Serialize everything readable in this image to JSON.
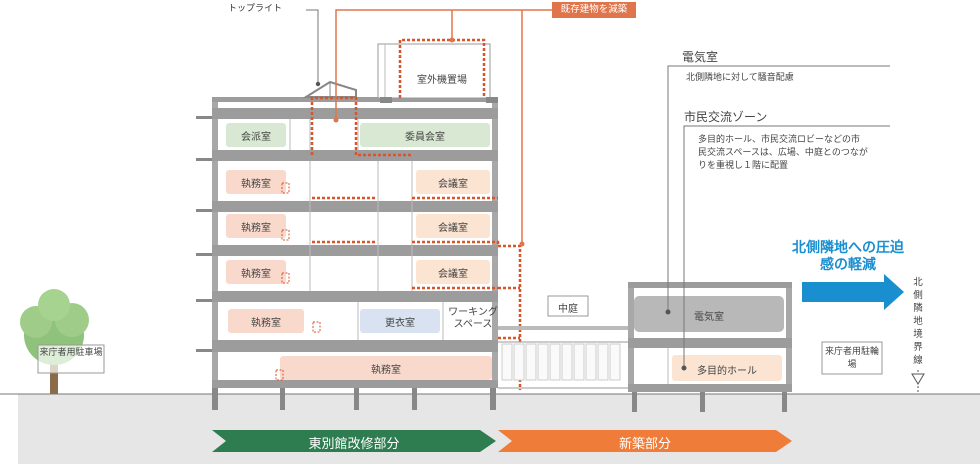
{
  "labels": {
    "toplight": "トップライト",
    "demolish": "既存建物を減築",
    "outdoor_unit": "室外機置場",
    "electric_title": "電気室",
    "electric_desc": "北側隣地に対して騒音配慮",
    "civic_title": "市民交流ゾーン",
    "civic_desc": "多目的ホール、市民交流ロビーなどの市民交流スペースは、広場、中庭とのつながりを重視し１階に配置",
    "north_pressure": "北側隣地への圧迫感の軽減",
    "north_boundary": "北側隣地境界線",
    "visitor_parking": "来庁者用駐車場",
    "visitor_bike": "来庁者用駐輪場",
    "courtyard": "中庭"
  },
  "rooms": {
    "kaiha": "会派室",
    "committee": "委員会室",
    "office5": "執務室",
    "meeting5": "会議室",
    "office4": "執務室",
    "meeting4": "会議室",
    "office3": "執務室",
    "meeting3": "会議室",
    "office2": "執務室",
    "locker": "更衣室",
    "working": "ワーキングスペース",
    "office1": "執務室",
    "electric": "電気室",
    "hall": "多目的ホール"
  },
  "bottom": {
    "renovation": "東別館改修部分",
    "new_build": "新築部分"
  },
  "colors": {
    "accent": "#e0754b",
    "dotted": "#d9532b",
    "office": "#f9d9cb",
    "meeting": "#fbe4d2",
    "green_room": "#d8e8d3",
    "locker": "#d9e2f0",
    "arrow_blue": "#1a8fd0",
    "band_green": "#2e7d50",
    "band_orange": "#f07c3a",
    "slab": "#9c9c9c",
    "ground": "#e6e6e6"
  }
}
